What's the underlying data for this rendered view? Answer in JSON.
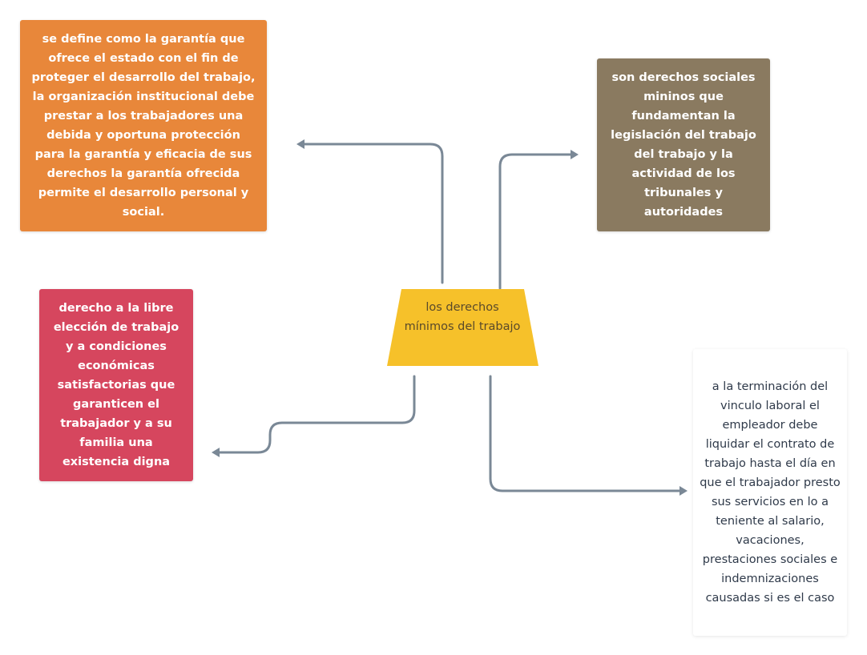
{
  "center_node": {
    "label": "los  derechos mínimos del trabajo",
    "color": "#f6c12a"
  },
  "nodes": {
    "definition": {
      "text": "se define  como la garantía que ofrece el estado con el fin de proteger el desarrollo del trabajo, la organización institucional debe prestar a los trabajadores una debida y oportuna protección  para  la  garantía  y eficacia  de sus derechos  la garantía  ofrecida permite el desarrollo personal y social.",
      "color": "#e8873a"
    },
    "social_rights": {
      "text": "son derechos sociales mininos que fundamentan la legislación del trabajo del trabajo y la actividad de los tribunales y autoridades",
      "color": "#8a7a60"
    },
    "free_choice": {
      "text": "derecho a la libre elección de trabajo y a condiciones económicas satisfactorias que garanticen el trabajador y a su familia una existencia digna",
      "color": "#d6465e"
    },
    "termination": {
      "text": "a la terminación del vinculo laboral el empleador debe liquidar el contrato de trabajo hasta el día en que el trabajador  presto sus servicios en lo a teniente al salario, vacaciones, prestaciones sociales e indemnizaciones causadas si es el caso",
      "color": "#ffffff"
    }
  },
  "connector_color": "#7a8896"
}
